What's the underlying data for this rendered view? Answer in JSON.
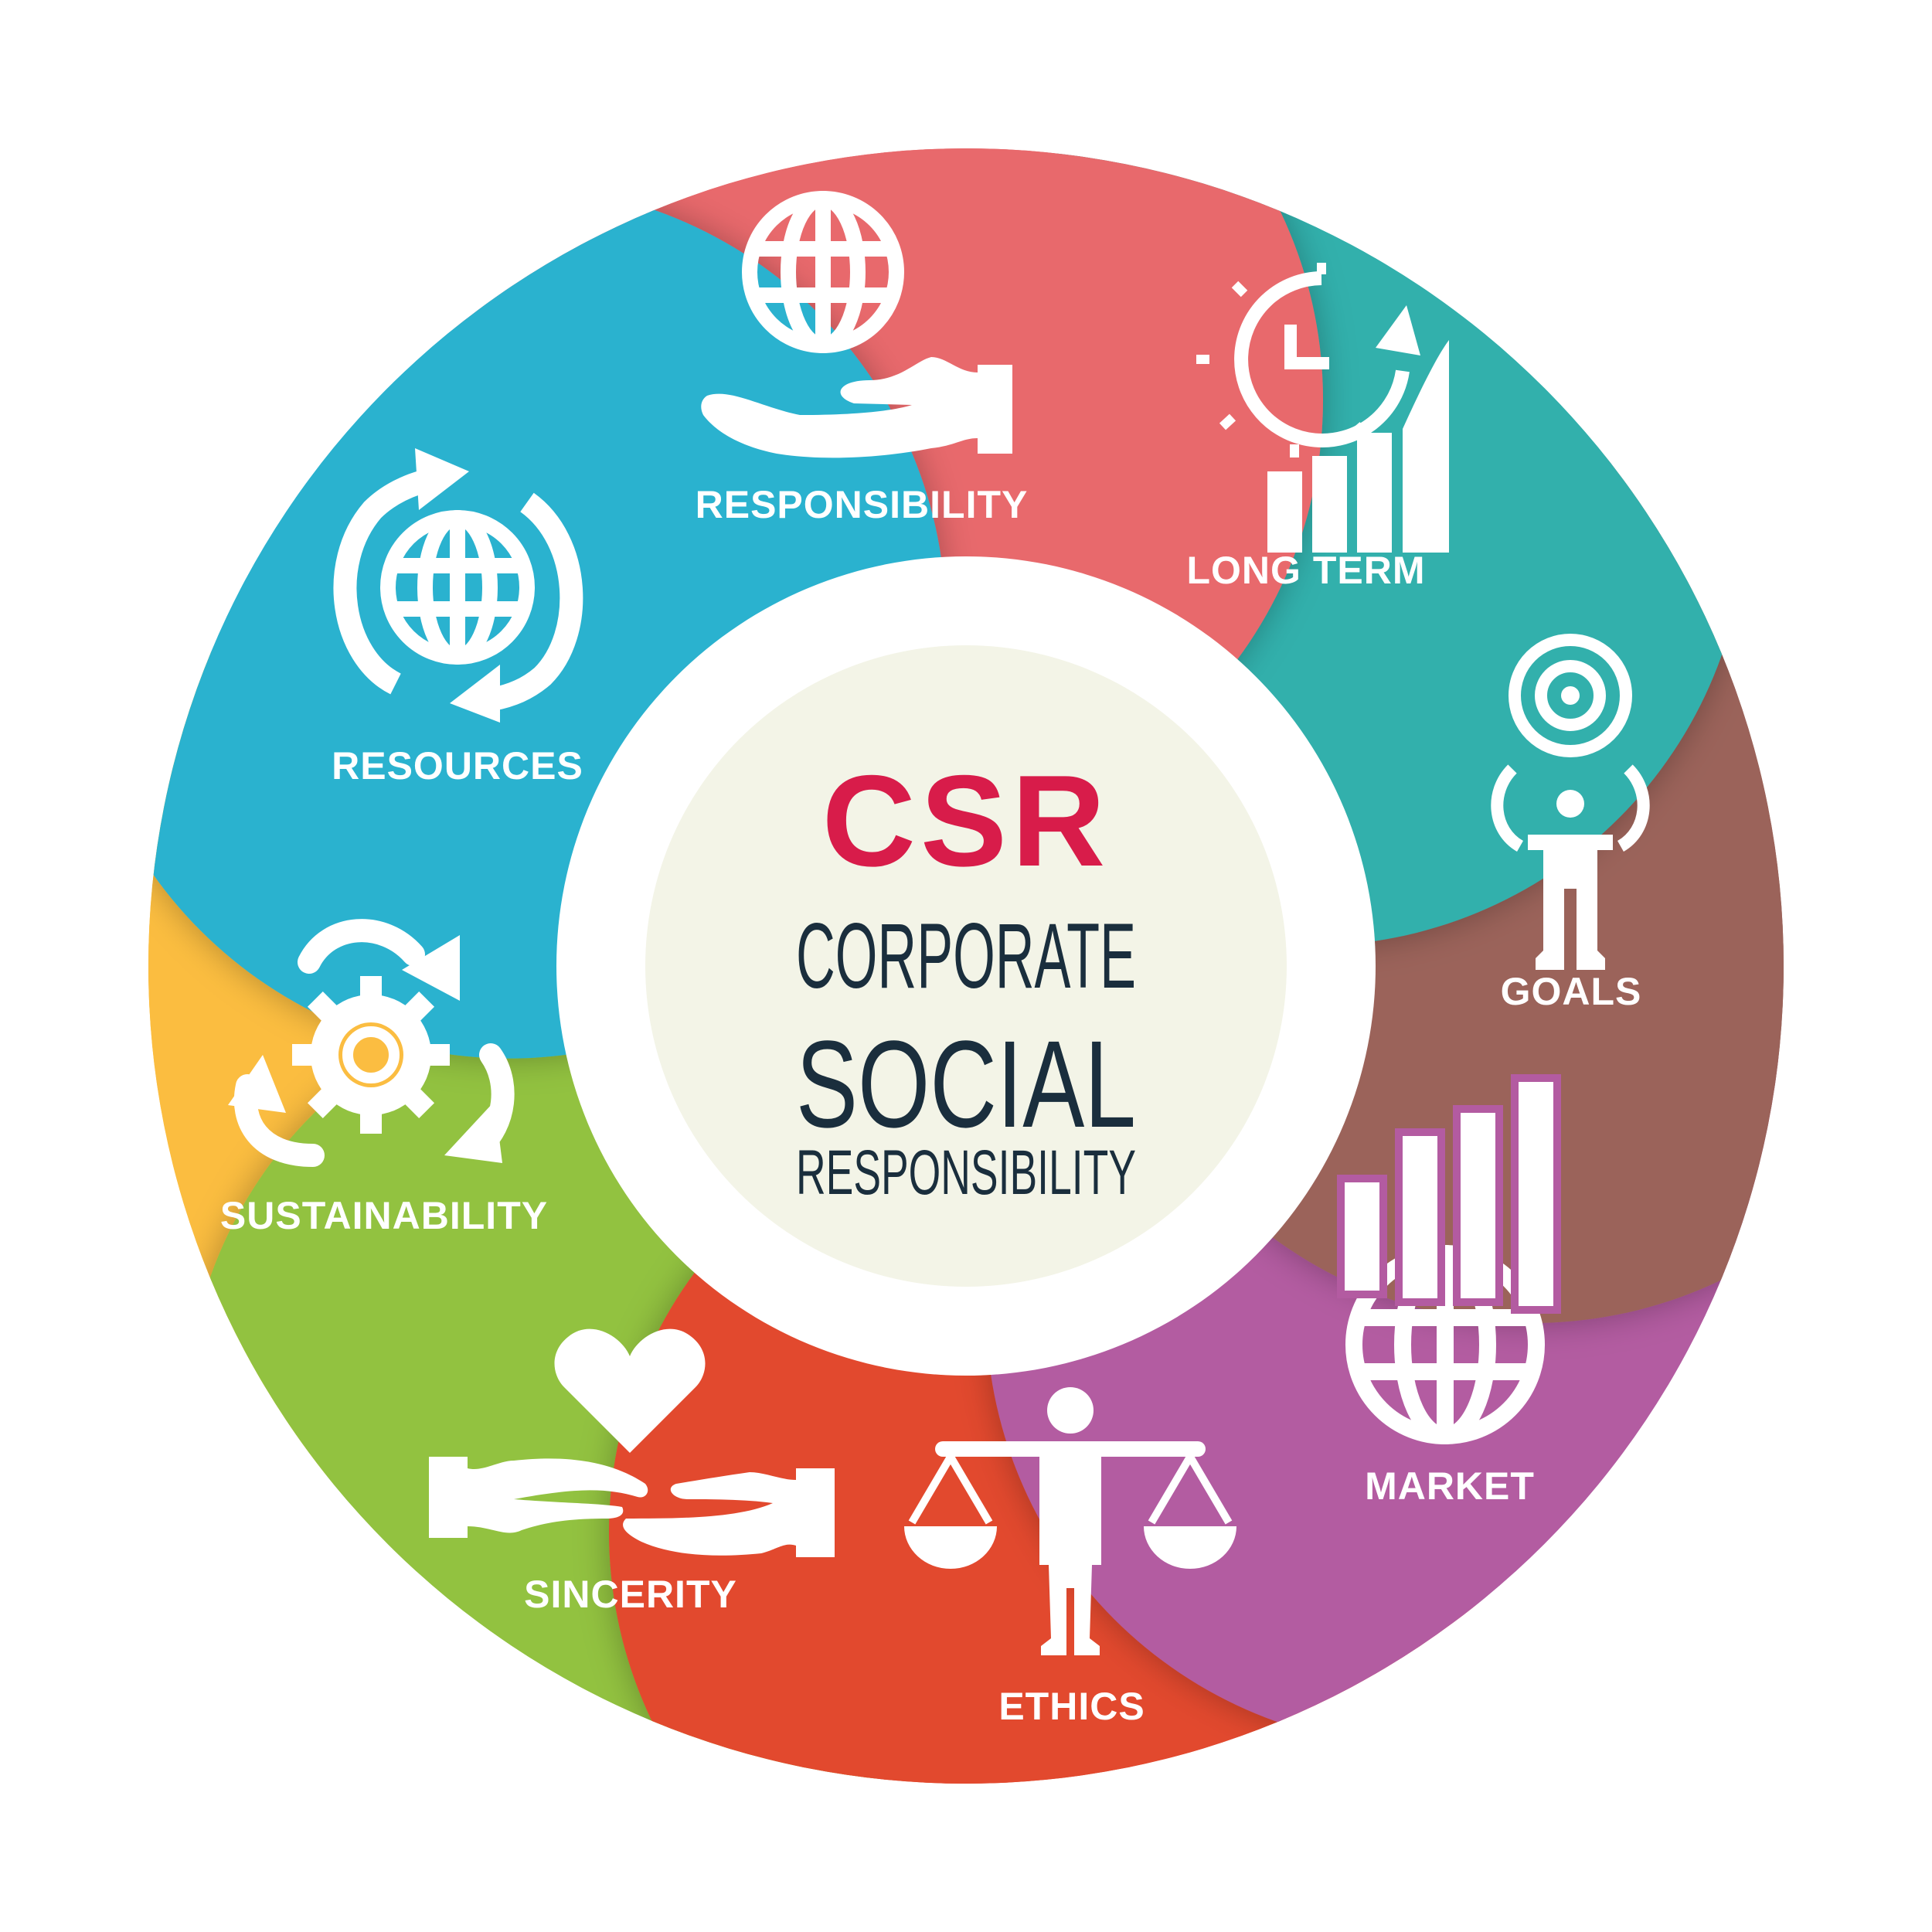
{
  "center": {
    "acronym": "CSR",
    "line1": "CORPORATE",
    "line2": "SOCIAL",
    "line3": "RESPONSIBILITY",
    "acronym_color": "#d81c4a",
    "text_color": "#1a2e3d",
    "disc_color": "#f3f4e7"
  },
  "segments": [
    {
      "label": "RESPONSIBILITY",
      "color": "#e8696c",
      "icon": "globe-in-hand-icon"
    },
    {
      "label": "LONG TERM",
      "color": "#33b0ac",
      "icon": "clock-growth-chart-icon"
    },
    {
      "label": "GOALS",
      "color": "#9b635a",
      "icon": "person-target-icon"
    },
    {
      "label": "MARKET",
      "color": "#b35ba1",
      "icon": "globe-bar-chart-icon"
    },
    {
      "label": "ETHICS",
      "color": "#e2492d",
      "icon": "person-balance-scale-icon"
    },
    {
      "label": "SINCERITY",
      "color": "#92c23f",
      "icon": "heart-handshake-icon"
    },
    {
      "label": "SUSTAINABILITY",
      "color": "#fbbd41",
      "icon": "gear-cycle-icon"
    },
    {
      "label": "RESOURCES",
      "color": "#2cb2cf",
      "icon": "globe-recycle-icon"
    }
  ]
}
